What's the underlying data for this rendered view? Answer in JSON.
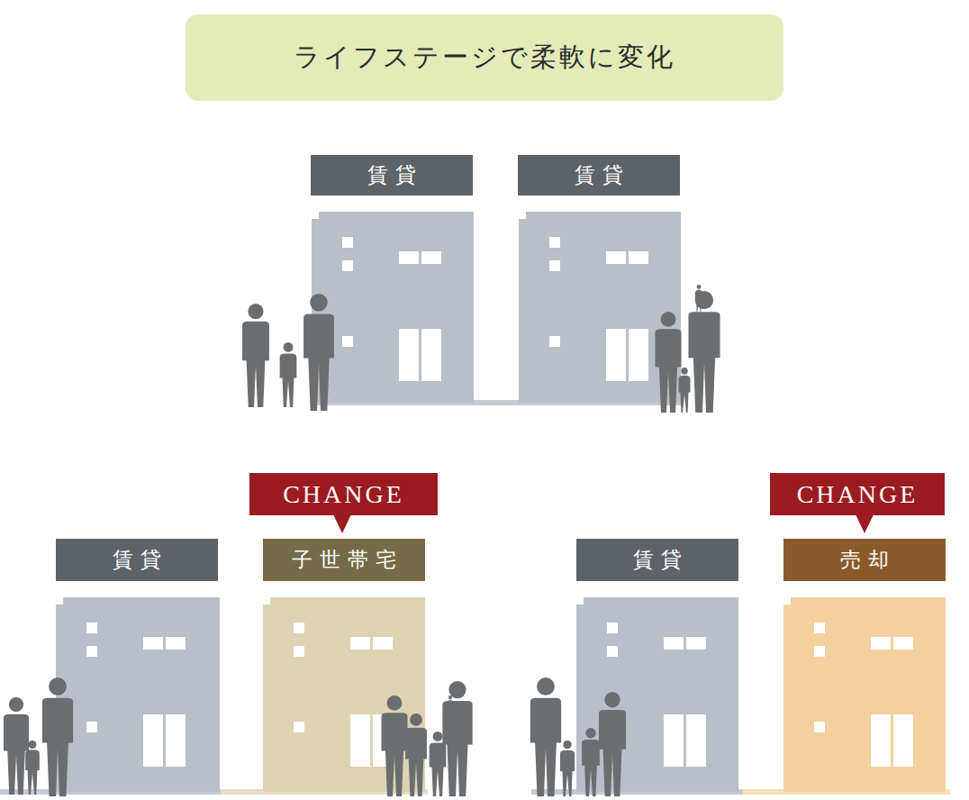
{
  "diagram": {
    "nodes": [
      {
        "text": [
          "ライフステージで柔軟に変化"
        ]
      },
      {
        "text": [
          "賃貸"
        ]
      },
      {
        "text": [
          "賃貸"
        ]
      },
      {
        "text": [
          "CHANGE"
        ]
      },
      {
        "text": [
          "CHANGE"
        ]
      },
      {
        "text": [
          "賃貸"
        ]
      },
      {
        "text": [
          "子世帯宅"
        ]
      },
      {
        "text": [
          "賃貸"
        ]
      },
      {
        "text": [
          "売却"
        ]
      }
    ]
  }
}
